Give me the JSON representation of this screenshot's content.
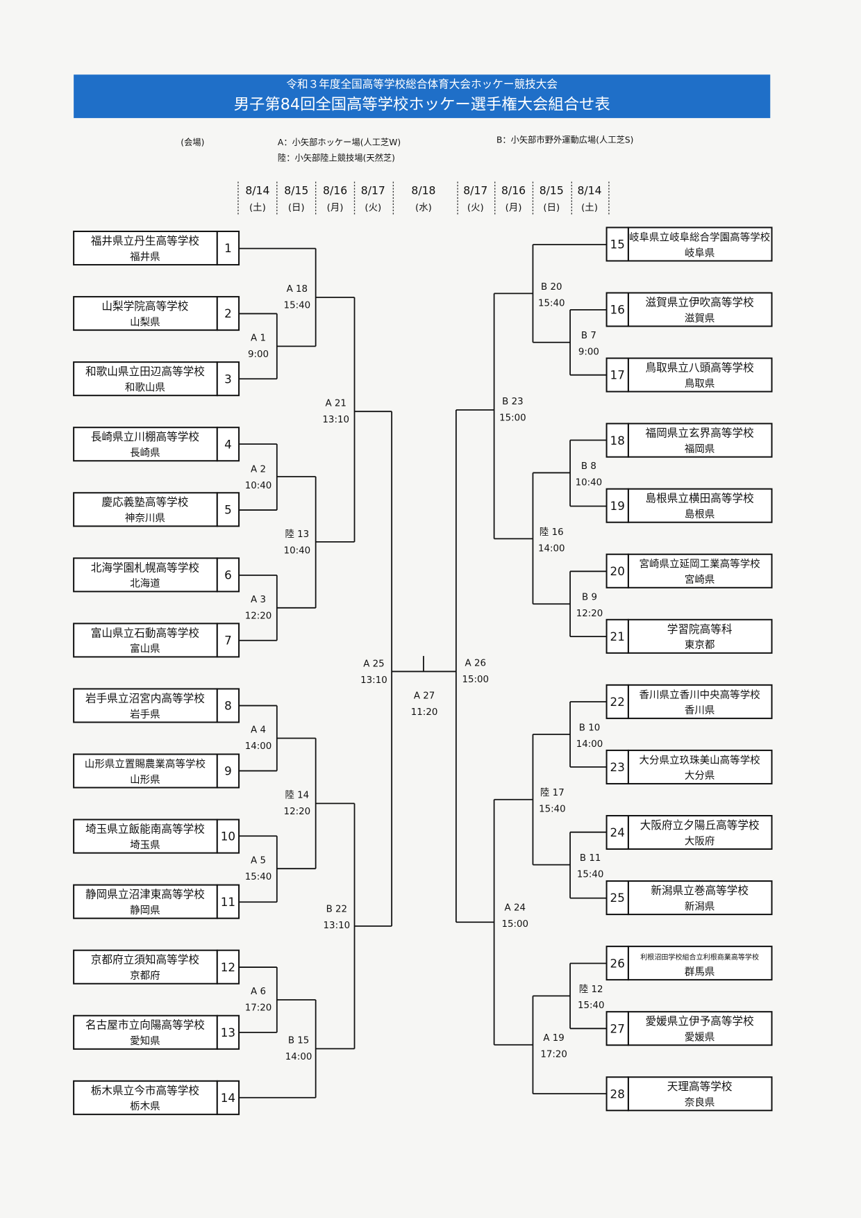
{
  "header": {
    "subtitle": "令和３年度全国高等学校総合体育大会ホッケー競技大会",
    "title": "男子第84回全国高等学校ホッケー選手権大会組合せ表",
    "bar_color": "#1f6fc8"
  },
  "venues": {
    "label": "(会場)",
    "a": "A：小矢部ホッケー場(人工芝W)",
    "riku": "陸：小矢部陸上競技場(天然芝)",
    "b": "B：小矢部市野外運動広場(人工芝S)"
  },
  "dates": [
    {
      "date": "8/14",
      "day": "(土)"
    },
    {
      "date": "8/15",
      "day": "(日)"
    },
    {
      "date": "8/16",
      "day": "(月)"
    },
    {
      "date": "8/17",
      "day": "(火)"
    },
    {
      "date": "8/18",
      "day": "(水)"
    },
    {
      "date": "8/17",
      "day": "(火)"
    },
    {
      "date": "8/16",
      "day": "(月)"
    },
    {
      "date": "8/15",
      "day": "(日)"
    },
    {
      "date": "8/14",
      "day": "(土)"
    }
  ],
  "teams": [
    {
      "no": "1",
      "school": "福井県立丹生高等学校",
      "pref": "福井県"
    },
    {
      "no": "2",
      "school": "山梨学院高等学校",
      "pref": "山梨県"
    },
    {
      "no": "3",
      "school": "和歌山県立田辺高等学校",
      "pref": "和歌山県"
    },
    {
      "no": "4",
      "school": "長崎県立川棚高等学校",
      "pref": "長崎県"
    },
    {
      "no": "5",
      "school": "慶応義塾高等学校",
      "pref": "神奈川県"
    },
    {
      "no": "6",
      "school": "北海学園札幌高等学校",
      "pref": "北海道"
    },
    {
      "no": "7",
      "school": "富山県立石動高等学校",
      "pref": "富山県"
    },
    {
      "no": "8",
      "school": "岩手県立沼宮内高等学校",
      "pref": "岩手県"
    },
    {
      "no": "9",
      "school": "山形県立置賜農業高等学校",
      "pref": "山形県"
    },
    {
      "no": "10",
      "school": "埼玉県立飯能南高等学校",
      "pref": "埼玉県"
    },
    {
      "no": "11",
      "school": "静岡県立沼津東高等学校",
      "pref": "静岡県"
    },
    {
      "no": "12",
      "school": "京都府立須知高等学校",
      "pref": "京都府"
    },
    {
      "no": "13",
      "school": "名古屋市立向陽高等学校",
      "pref": "愛知県"
    },
    {
      "no": "14",
      "school": "栃木県立今市高等学校",
      "pref": "栃木県"
    },
    {
      "no": "15",
      "school": "岐阜県立岐阜総合学園高等学校",
      "pref": "岐阜県"
    },
    {
      "no": "16",
      "school": "滋賀県立伊吹高等学校",
      "pref": "滋賀県"
    },
    {
      "no": "17",
      "school": "鳥取県立八頭高等学校",
      "pref": "鳥取県"
    },
    {
      "no": "18",
      "school": "福岡県立玄界高等学校",
      "pref": "福岡県"
    },
    {
      "no": "19",
      "school": "島根県立横田高等学校",
      "pref": "島根県"
    },
    {
      "no": "20",
      "school": "宮崎県立延岡工業高等学校",
      "pref": "宮崎県"
    },
    {
      "no": "21",
      "school": "学習院高等科",
      "pref": "東京都"
    },
    {
      "no": "22",
      "school": "香川県立香川中央高等学校",
      "pref": "香川県"
    },
    {
      "no": "23",
      "school": "大分県立玖珠美山高等学校",
      "pref": "大分県"
    },
    {
      "no": "24",
      "school": "大阪府立夕陽丘高等学校",
      "pref": "大阪府"
    },
    {
      "no": "25",
      "school": "新潟県立巻高等学校",
      "pref": "新潟県"
    },
    {
      "no": "26",
      "school": "利根沼田学校組合立利根商業高等学校",
      "pref": "群馬県"
    },
    {
      "no": "27",
      "school": "愛媛県立伊予高等学校",
      "pref": "愛媛県"
    },
    {
      "no": "28",
      "school": "天理高等学校",
      "pref": "奈良県"
    }
  ],
  "matches": [
    {
      "id": "A18",
      "code": "A 18",
      "time": "15:40"
    },
    {
      "id": "A1",
      "code": "A 1",
      "time": "9:00"
    },
    {
      "id": "A21",
      "code": "A 21",
      "time": "13:10"
    },
    {
      "id": "A2",
      "code": "A 2",
      "time": "10:40"
    },
    {
      "id": "R13",
      "code": "陸 13",
      "time": "10:40"
    },
    {
      "id": "A3",
      "code": "A 3",
      "time": "12:20"
    },
    {
      "id": "A25",
      "code": "A 25",
      "time": "13:10"
    },
    {
      "id": "A4",
      "code": "A 4",
      "time": "14:00"
    },
    {
      "id": "R14",
      "code": "陸 14",
      "time": "12:20"
    },
    {
      "id": "A5",
      "code": "A 5",
      "time": "15:40"
    },
    {
      "id": "B22",
      "code": "B 22",
      "time": "13:10"
    },
    {
      "id": "A6",
      "code": "A 6",
      "time": "17:20"
    },
    {
      "id": "B15",
      "code": "B 15",
      "time": "14:00"
    },
    {
      "id": "A27",
      "code": "A 27",
      "time": "11:20"
    },
    {
      "id": "B20",
      "code": "B 20",
      "time": "15:40"
    },
    {
      "id": "B7",
      "code": "B 7",
      "time": "9:00"
    },
    {
      "id": "B23",
      "code": "B 23",
      "time": "15:00"
    },
    {
      "id": "B8",
      "code": "B 8",
      "time": "10:40"
    },
    {
      "id": "R16",
      "code": "陸 16",
      "time": "14:00"
    },
    {
      "id": "B9",
      "code": "B 9",
      "time": "12:20"
    },
    {
      "id": "A26",
      "code": "A 26",
      "time": "15:00"
    },
    {
      "id": "B10",
      "code": "B 10",
      "time": "14:00"
    },
    {
      "id": "R17",
      "code": "陸 17",
      "time": "15:40"
    },
    {
      "id": "B11",
      "code": "B 11",
      "time": "15:40"
    },
    {
      "id": "A24",
      "code": "A 24",
      "time": "15:00"
    },
    {
      "id": "R12",
      "code": "陸 12",
      "time": "15:40"
    },
    {
      "id": "A19",
      "code": "A 19",
      "time": "17:20"
    }
  ]
}
